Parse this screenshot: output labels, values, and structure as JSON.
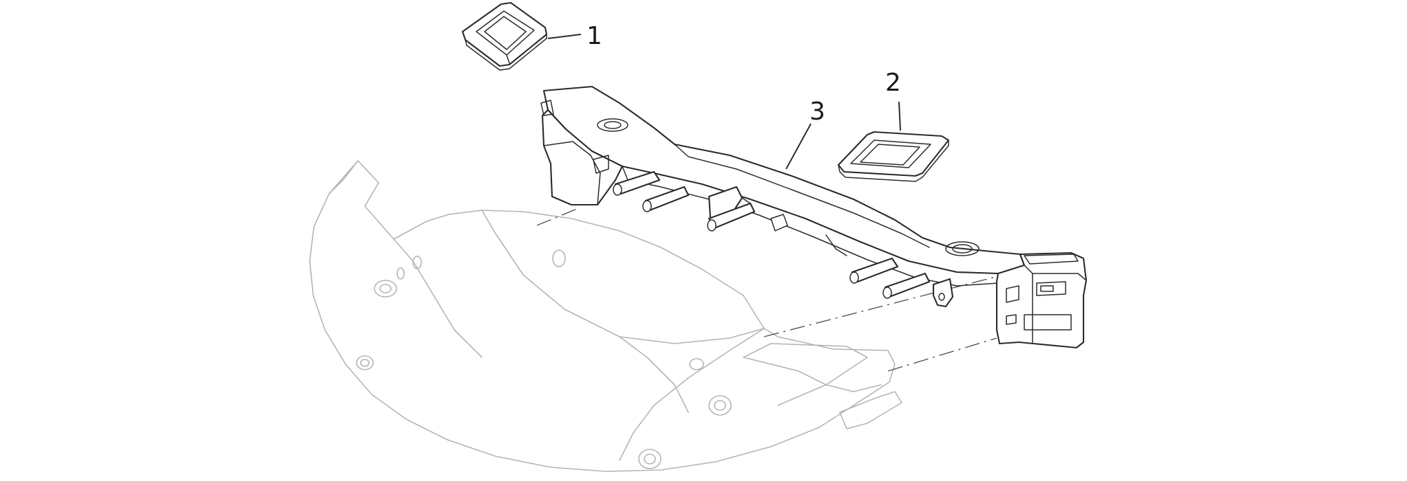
{
  "diagram": {
    "parts": [
      {
        "id": "part-1",
        "label": "1"
      },
      {
        "id": "part-2",
        "label": "2"
      },
      {
        "id": "part-3",
        "label": "3"
      }
    ]
  }
}
